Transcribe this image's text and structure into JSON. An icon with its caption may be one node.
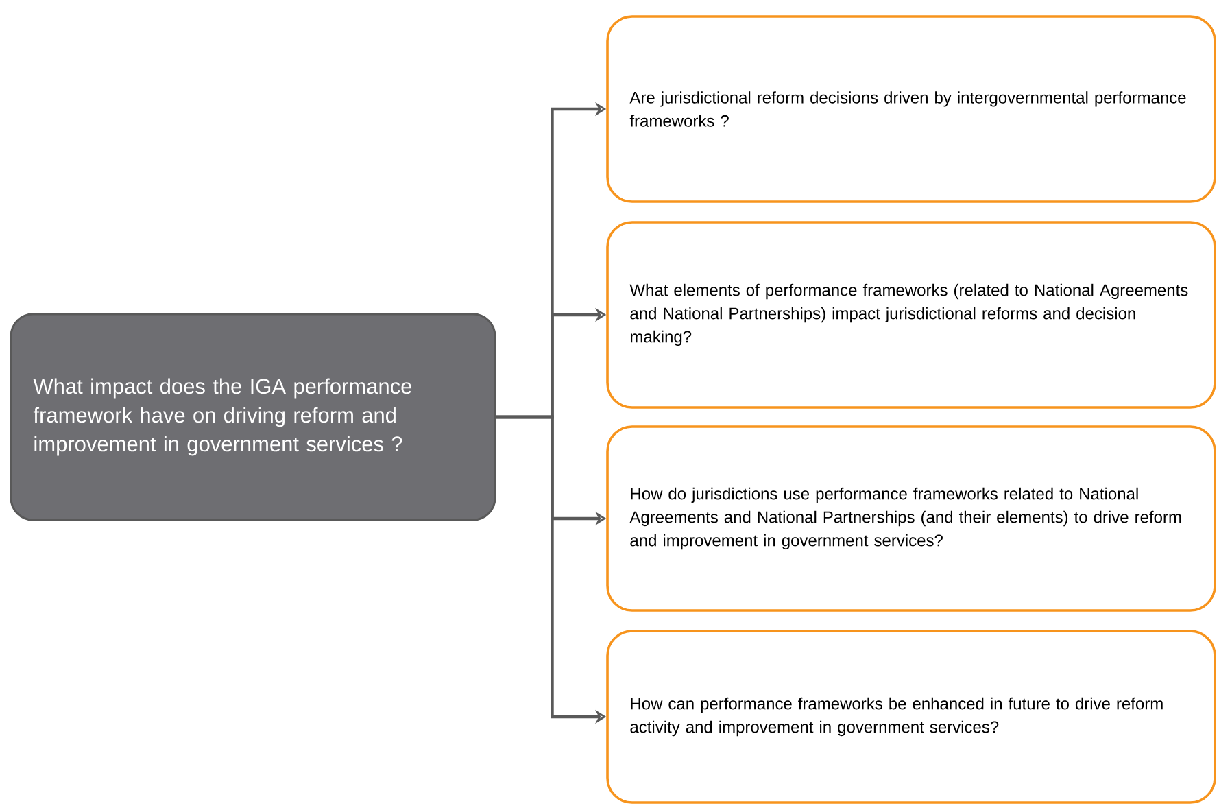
{
  "diagram": {
    "nodes": [
      {
        "text": [
          "What impact does the IGA performance framework have on driving reform and improvement in government services ?"
        ]
      },
      {
        "text": [
          "Are jurisdictional reform decisions driven by intergovernmental performance frameworks ?"
        ]
      },
      {
        "text": [
          "What elements of performance frameworks (related to National Agreements and National Partnerships) impact jurisdictional reforms and decision making?"
        ]
      },
      {
        "text": [
          "How do jurisdictions use performance frameworks related to National Agreements and National Partnerships (and their elements) to drive reform and improvement in government services?"
        ]
      },
      {
        "text": [
          "How can performance frameworks be enhanced in future to drive reform activity and improvement in government services?"
        ]
      }
    ],
    "edges": [
      {
        "from": 0,
        "to": 1,
        "arrow": "to"
      },
      {
        "from": 0,
        "to": 2,
        "arrow": "to"
      },
      {
        "from": 0,
        "to": 3,
        "arrow": "to"
      },
      {
        "from": 0,
        "to": 4,
        "arrow": "to"
      }
    ]
  }
}
